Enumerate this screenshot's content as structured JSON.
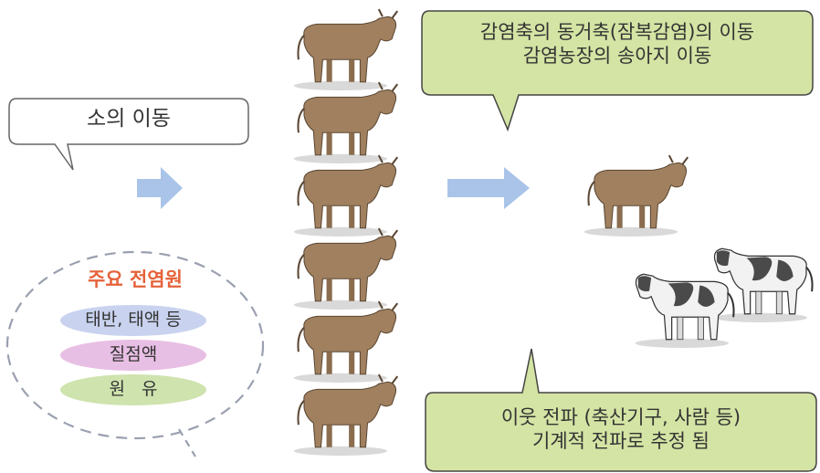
{
  "bubbles": {
    "cattle_movement": "소의 이동",
    "infected_herd": {
      "line1": "감염축의 동거축(잠복감염)의 이동",
      "line2": "감염농장의 송아지 이동"
    },
    "neighbor_spread": {
      "line1": "이웃 전파 (축산기구, 사람 등)",
      "line2": "기계적 전파로 추정 됨"
    }
  },
  "sources_panel": {
    "title": "주요 전염원",
    "items": [
      "태반, 태액 등",
      "질점액",
      "원   유"
    ]
  },
  "colors": {
    "bubble_green": "#d4e4a4",
    "arrow_blue": "#a9c4e8",
    "title_orange": "#e6623a",
    "pill_blue": "#c9d3ef",
    "pill_pink": "#e8bfe4",
    "pill_green": "#cfe3ae",
    "cow_brown": "#a0805f"
  },
  "icons": [
    "brown-cow-icon",
    "holstein-cow-icon",
    "right-arrow-icon"
  ]
}
